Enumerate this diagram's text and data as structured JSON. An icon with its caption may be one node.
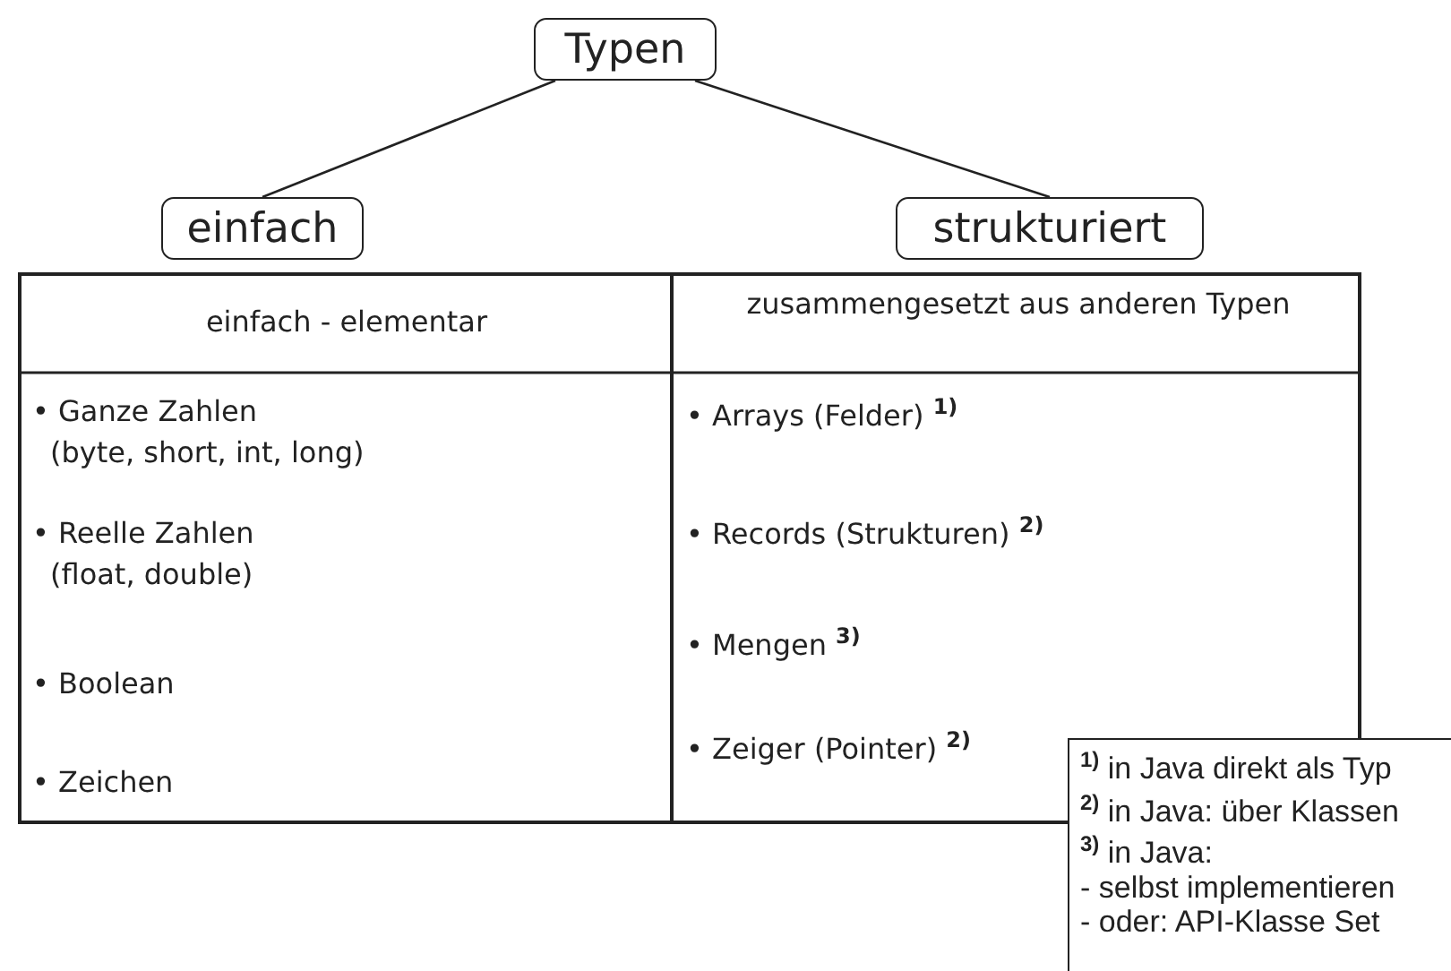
{
  "diagram": {
    "nodes": [
      {
        "text": [
          "Typen"
        ]
      },
      {
        "text": [
          "einfach"
        ]
      },
      {
        "text": [
          "strukturiert"
        ]
      },
      {
        "text": [
          "$^{1)}$ in Java direkt als Typ",
          "$^{2)}$ in Java: über Klassen",
          "$^{3)}$ in Java:",
          "- selbst implementieren",
          "- oder: API-Klasse Set"
        ]
      }
    ],
    "edges": [
      {
        "from": 0,
        "to": 1,
        "arrow": "none"
      },
      {
        "from": 0,
        "to": 2,
        "arrow": "none"
      }
    ],
    "labels": [
      "einfach - elementar",
      "zusammengesetzt aus anderen Typen",
      "• Ganze Zahlen",
      "(byte, short, int, long)",
      "• Reelle Zahlen",
      "(float, double)",
      "• Boolean",
      "• Zeichen",
      "• Arrays (Felder) $^{1)}$",
      "• Records (Strukturen) $^{2)}$",
      "• Mengen $^{3)}$",
      "• Zeiger (Pointer) $^{2)}$"
    ]
  }
}
